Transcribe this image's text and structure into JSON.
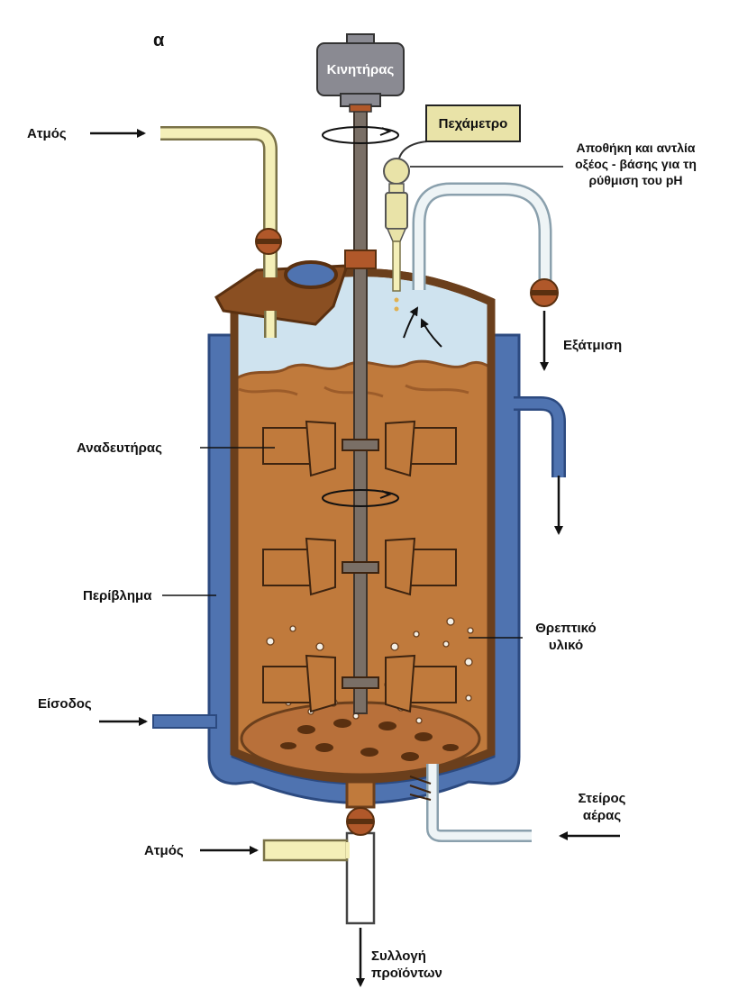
{
  "figure_letter": "α",
  "labels": {
    "motor": "Κινητήρας",
    "ph_meter": "Πεχάμετρο",
    "acid_base_pump": "Αποθήκη και αντλία\nοξέος - βάσης για τη\nρύθμιση του pH",
    "steam_top": "Ατμός",
    "evaporation": "Εξάτμιση",
    "agitator": "Αναδευτήρας",
    "jacket": "Περίβλημα",
    "nutrient_medium": "Θρεπτικό\nυλικό",
    "inlet": "Είσοδος",
    "sterile_air": "Στείρος\nαέρας",
    "steam_bottom": "Ατμός",
    "product_collection": "Συλλογή\nπροϊόντων"
  },
  "colors": {
    "broth": "#c07a3c",
    "broth_dark": "#8a4f22",
    "jacket": "#4f73b0",
    "headspace": "#cfe3ef",
    "vessel_outline": "#6b3f1c",
    "steam_pipe": "#f4efb8",
    "valve": "#b0582a",
    "motor": "#8a8a92",
    "ph_box": "#e9e3a8",
    "arrow": "#111111"
  }
}
